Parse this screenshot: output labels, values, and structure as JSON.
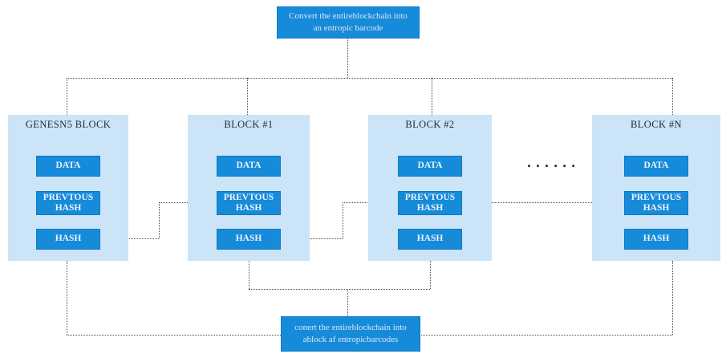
{
  "diagram": {
    "top_note": "Convert the entireblockchaln into an entropic barcode",
    "bottom_note": "conert the entireblockchain into ablock af entropicbarcodes",
    "ellipsis": "......",
    "blocks": [
      {
        "title": "GENESN5 BLOCK",
        "rows": [
          "DATA",
          "PREVTOUS HASH",
          "HASH"
        ]
      },
      {
        "title": "BLOCK #1",
        "rows": [
          "DATA",
          "PREVTOUS HASH",
          "HASH"
        ]
      },
      {
        "title": "BLOCK #2",
        "rows": [
          "DATA",
          "PREVTOUS HASH",
          "HASH"
        ]
      },
      {
        "title": "BLOCK #N",
        "rows": [
          "DATA",
          "PREVTOUS HASH",
          "HASH"
        ]
      }
    ],
    "colors": {
      "block_background": "#cce4f7",
      "box_blue": "#168bd9",
      "connector_line": "#4a4a4a",
      "title_text": "#1f2a38",
      "box_text": "#eef3fb"
    }
  }
}
